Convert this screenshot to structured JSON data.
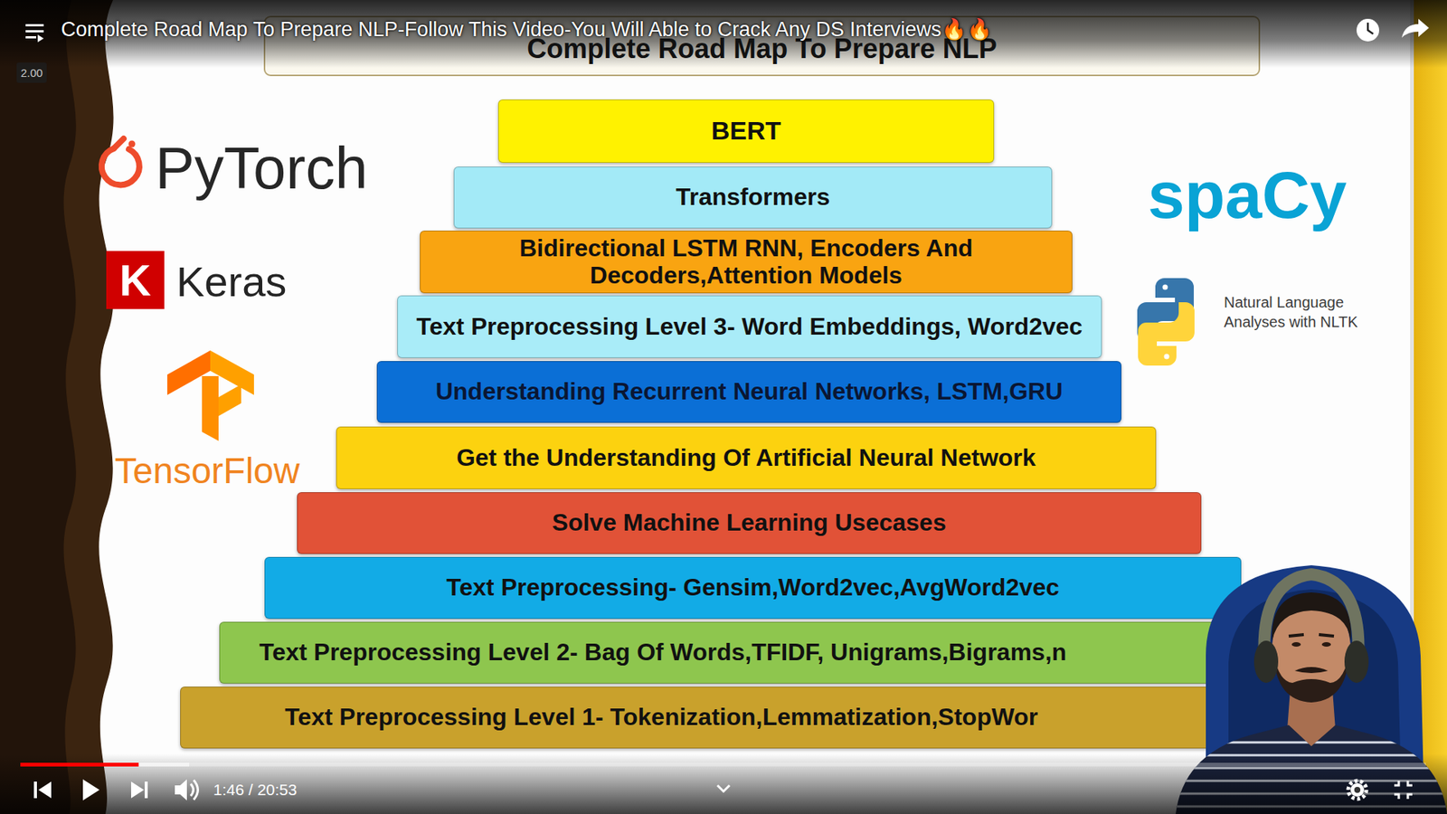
{
  "diagram": {
    "title": "Complete Road Map To Prepare NLP",
    "nodes": [
      {
        "text": [
          "BERT"
        ]
      },
      {
        "text": [
          "Transformers"
        ]
      },
      {
        "text": [
          "Bidirectional LSTM RNN, Encoders And Decoders,Attention Models"
        ]
      },
      {
        "text": [
          "Text Preprocessing Level 3- Word Embeddings, Word2vec"
        ]
      },
      {
        "text": [
          "Understanding Recurrent Neural Networks, LSTM,GRU"
        ]
      },
      {
        "text": [
          "Get the Understanding Of Artificial Neural Network"
        ]
      },
      {
        "text": [
          "Solve Machine Learning Usecases"
        ]
      },
      {
        "text": [
          "Text Preprocessing- Gensim,Word2vec,AvgWord2vec"
        ]
      },
      {
        "text": [
          "Text Preprocessing Level 2- Bag Of Words,TFIDF, Unigrams,Bigrams,n"
        ]
      },
      {
        "text": [
          "Text Preprocessing Level 1- Tokenization,Lemmatization,StopWor"
        ]
      }
    ],
    "labels": [
      "Complete Road Map To Prepare NLP-Follow This Video-You Will Able to Crack Any DS Interviews🔥🔥",
      "2.00",
      "PyTorch",
      "K",
      "Keras",
      "TensorFlow",
      "spaCy",
      "Natural Language Analyses with NLTK",
      "1:46 / 20:53"
    ]
  }
}
